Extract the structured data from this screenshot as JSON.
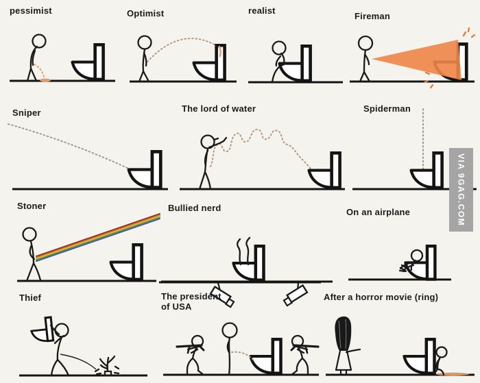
{
  "watermark": {
    "text": "VIA 9GAG.COM"
  },
  "colors": {
    "background": "#f4f3ee",
    "ink": "#1a1a1a",
    "pee_dots_tan": "#b39a7f",
    "trajectory_gray": "#9a9a8e",
    "fire_spray_orange": "#ee8547",
    "splash_orange": "#e59a6d",
    "puddle_tan": "#d49a66",
    "rainbow": [
      "#8e2a18",
      "#d4702c",
      "#ddbe3e",
      "#5d9440",
      "#46589a"
    ],
    "watermark_bg": "#a5a5a5",
    "watermark_text": "#ffffff"
  },
  "panels": {
    "pessimist": {
      "label": "pessimist"
    },
    "optimist": {
      "label": "Optimist"
    },
    "realist": {
      "label": "realist"
    },
    "fireman": {
      "label": "Fireman"
    },
    "sniper": {
      "label": "Sniper"
    },
    "lord_of_water": {
      "label": "The lord of water"
    },
    "spiderman": {
      "label": "Spiderman"
    },
    "stoner": {
      "label": "Stoner"
    },
    "bullied_nerd": {
      "label": "Bullied nerd"
    },
    "on_an_airplane": {
      "label": "On an airplane"
    },
    "thief": {
      "label": "Thief"
    },
    "president": {
      "label": "The president\nof USA"
    },
    "horror_movie": {
      "label": "After a horror movie (ring)"
    }
  }
}
